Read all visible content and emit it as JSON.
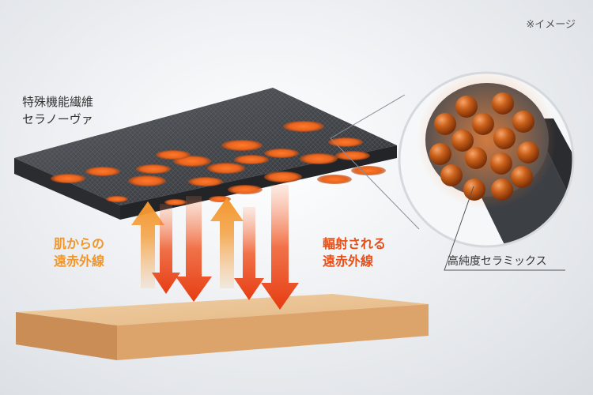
{
  "note": "※イメージ",
  "fiber_label": {
    "line1": "特殊機能繊維",
    "line2": "セラノーヴァ"
  },
  "skin_ir_label": {
    "line1": "肌からの",
    "line2": "遠赤外線"
  },
  "radiated_ir_label": {
    "line1": "輻射される",
    "line2": "遠赤外線"
  },
  "ceramic_label": "高純度セラミックス",
  "colors": {
    "skin_ir": "#f0962a",
    "radiated_ir": "#e8501a",
    "fiber": "#3a3d42",
    "ceramic_particle": "#c2560f",
    "base": "#e2b887"
  }
}
